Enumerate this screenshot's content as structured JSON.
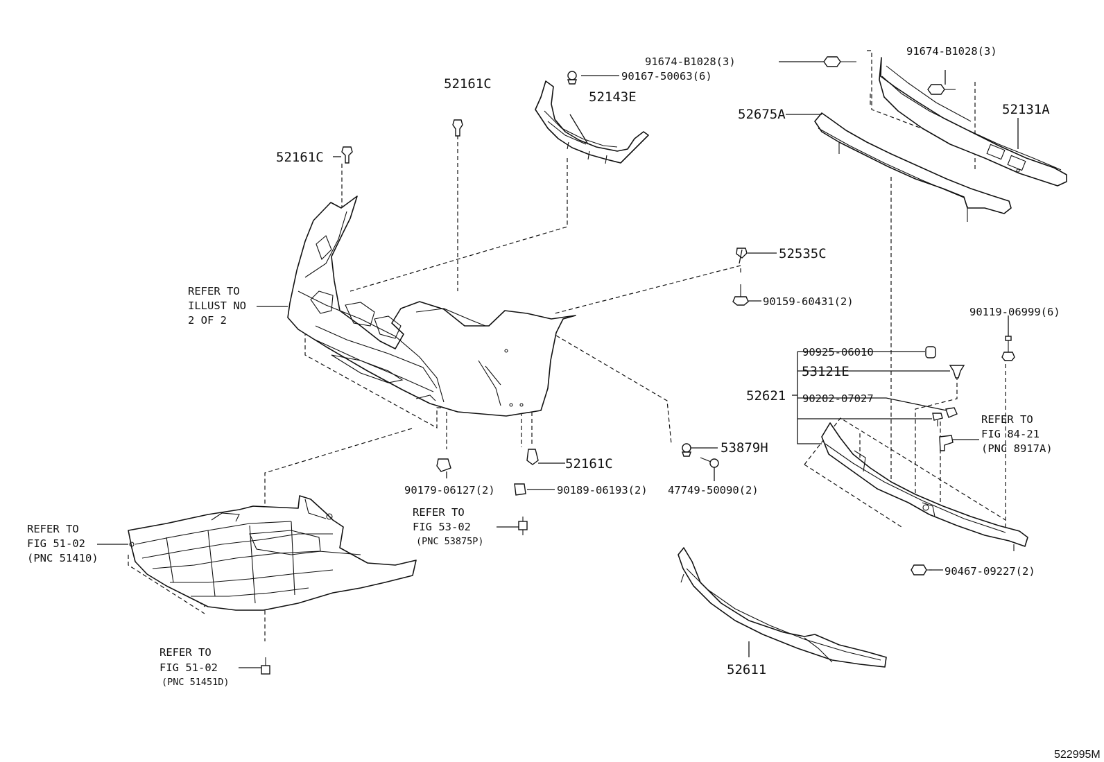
{
  "diagram_code": "522995M",
  "parts": {
    "clip_52161C": "52161C",
    "retainer_52143E": "52143E",
    "clip_52535C": "52535C",
    "absorber_52675A": "52675A",
    "reinforcement_52131A": "52131A",
    "support_52621": "52621",
    "clip_53879H": "53879H",
    "spoiler_52611": "52611",
    "grille_53121E": "53121E"
  },
  "fasteners": {
    "bolt_91674_left": "91674-B1028(3)",
    "bolt_91674_right": "91674-B1028(3)",
    "screw_90167": "90167-50063(6)",
    "bolt_90159": "90159-60431(2)",
    "bolt_90119": "90119-06999(6)",
    "cushion_90925": "90925-06010",
    "nut_90202": "90202-07027",
    "nut_90179": "90179-06127(2)",
    "nut_90189": "90189-06193(2)",
    "screw_47749": "47749-50090(2)",
    "bolt_90467": "90467-09227(2)"
  },
  "refs": {
    "illust": [
      "REFER TO",
      "ILLUST NO",
      "2 OF 2"
    ],
    "fig_84_21": [
      "REFER TO",
      "FIG 84-21",
      "(PNC 8917A)"
    ],
    "fig_53_02": [
      "REFER TO",
      "FIG 53-02",
      "(PNC 53875P)"
    ],
    "fig_51_02_a": [
      "REFER TO",
      "FIG 51-02",
      "(PNC 51410)"
    ],
    "fig_51_02_b": [
      "REFER TO",
      "FIG 51-02",
      "(PNC 51451D)"
    ]
  }
}
